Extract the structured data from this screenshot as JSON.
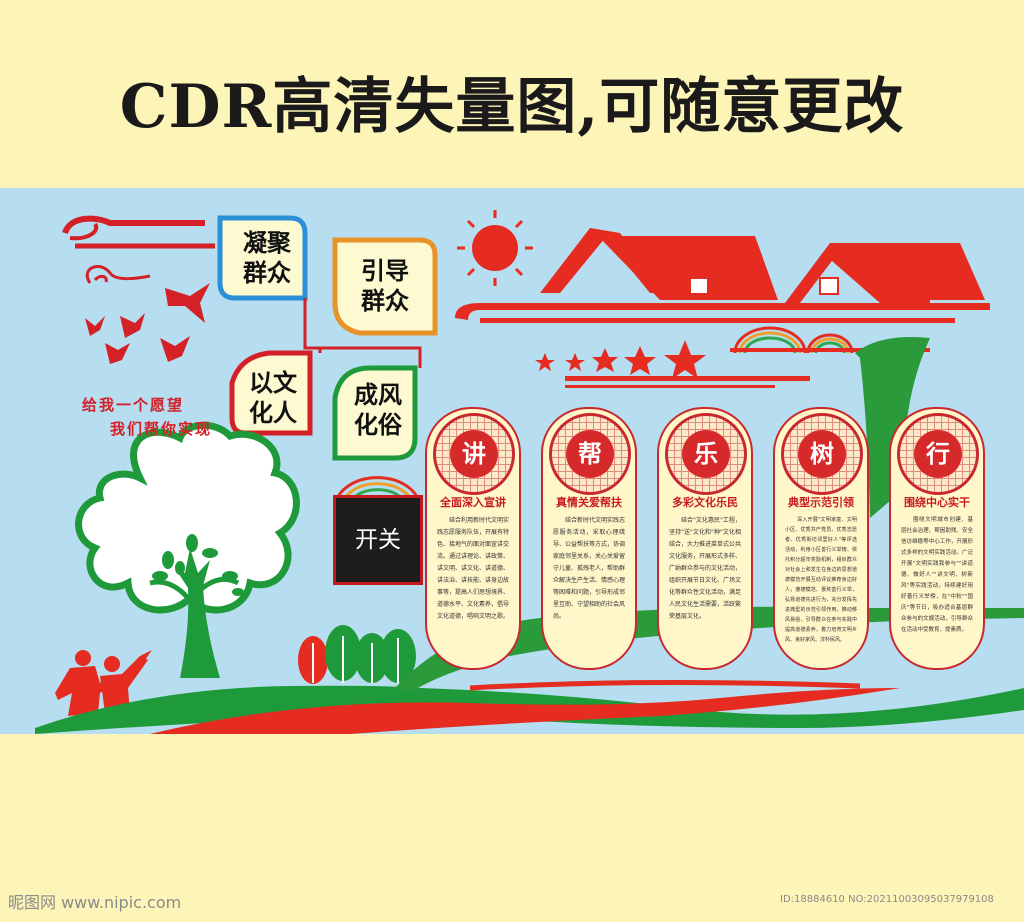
{
  "headline": "CDR高清失量图,可随意更改",
  "leaves": [
    {
      "line1": "凝聚",
      "line2": "群众"
    },
    {
      "line1": "引导",
      "line2": "群众"
    },
    {
      "line1": "以文",
      "line2": "化人"
    },
    {
      "line1": "成风",
      "line2": "化俗"
    }
  ],
  "slogan": {
    "line1": "给我一个愿望",
    "line2": "我们帮你实现"
  },
  "switch_label": "开关",
  "panels": [
    {
      "char": "讲",
      "title": "全面深入宣讲",
      "body": "结合利用新时代文明实践志愿服务队伍，开展有特色、接地气的面对面宣讲交流。通过讲理论、讲政策、讲文明、讲文化、讲道德、讲法治、讲技能、讲身边故事等，提高人们思想境界、道德水平、文化素养，倡导文化道德，唱响文明之歌。"
    },
    {
      "char": "帮",
      "title": "真情关爱帮扶",
      "body": "结合新时代文明实践志愿服务活动，采取心理疏导、公益帮扶等方式，协调家庭邻里关系，关心关爱留守儿童、孤残老人，帮助群众解决生产生活、情感心理等困难和问题，引导形成邻里互助、守望相助的社会风尚。"
    },
    {
      "char": "乐",
      "title": "多彩文化乐民",
      "body": "结合\"文化惠民\"工程，坚持\"送\"文化和\"种\"文化相结合，大力推进菜单式公共文化服务，开展形式多样、广纳群众参与的文化活动，组织开展节日文化、广场文化等群众性文化活动，满足人民文化生活需要，活跃繁荣基层文化。"
    },
    {
      "char": "树",
      "title": "典型示范引领",
      "body": "深入开展\"文明家庭、文明小区、优秀共产党员、优秀志愿者、优秀街坊邻里好人\"等评选活动，利用小区善行义举榜、依托积分超市奖励机制，组织群众对社会上和发生在身边的思想道德模范开展互动评议推荐身边好人，遵德模范、褒奖善行义举，弘扬道德先进行为，充分发挥先进典型的示范引领作用，推动移风易俗，引导群众在参与实践中提高道德素养，着力培育文明乡风、良好家风、淳朴民风。"
    },
    {
      "char": "行",
      "title": "围绕中心实干",
      "body": "围绕文明城市创建、基层社会治理、帮困助残、安全信访维稳等中心工作，开展形式多样的文明实践活动。广泛开展\"文明实践我参与\"\"讲道德、做好人\"\"讲文明、树新风\"等实践活动，持续建好用好善行义举榜，在\"中秋\"\"国庆\"等节日，吸办适合基层群众参与的文娱活动，引导群众在活动中受教育、提素质。"
    }
  ],
  "watermark_left": "昵图网 www.nipic.com",
  "watermark_right": "ID:18884610 NO:20211003095037979108",
  "colors": {
    "sky": "#b6ddf0",
    "cream": "#fdf5b8",
    "red": "#d42027",
    "green": "#1f9a3a",
    "blue": "#2a8fd6",
    "orange": "#e8932a"
  }
}
